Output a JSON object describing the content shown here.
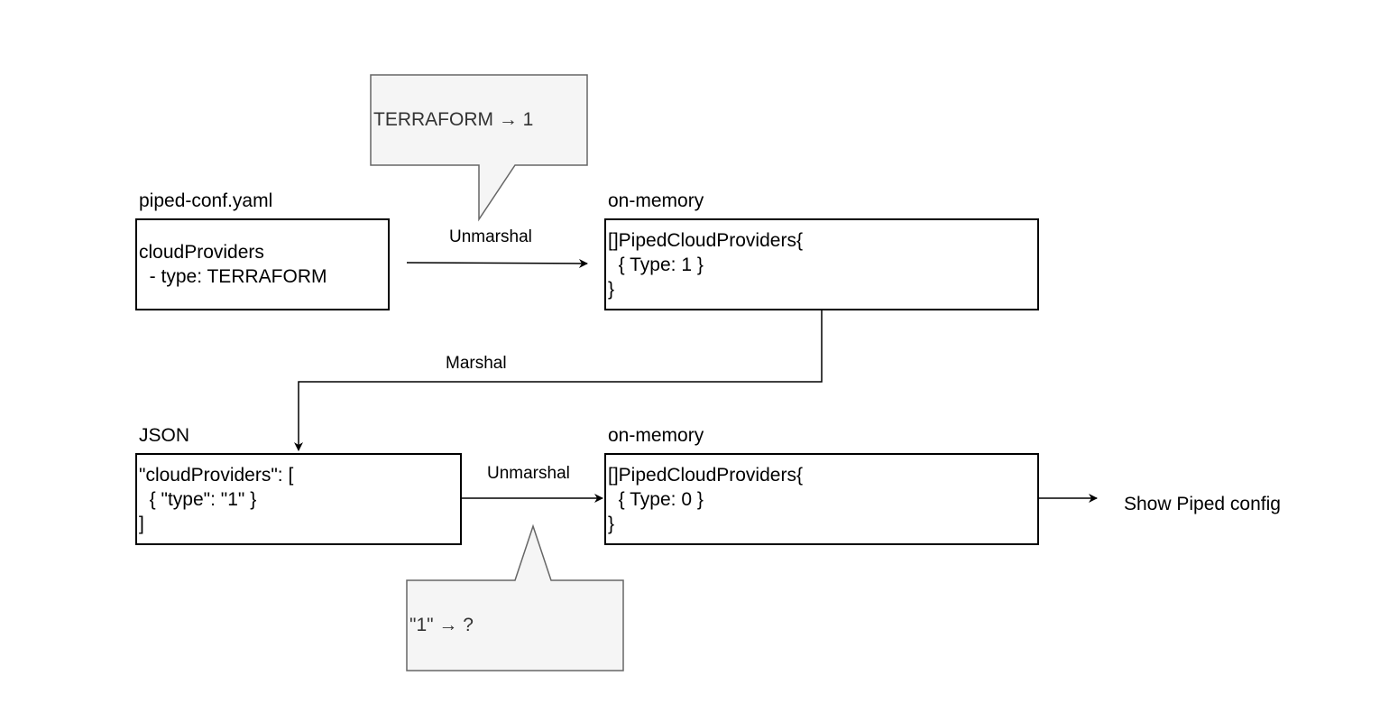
{
  "colors": {
    "stroke": "#000000",
    "callout_fill": "#f5f5f5",
    "callout_stroke": "#666666",
    "callout_text": "#333333"
  },
  "nodes": {
    "yaml": {
      "title": "piped-conf.yaml",
      "lines": [
        "cloudProviders",
        "  - type: TERRAFORM"
      ]
    },
    "memory_top": {
      "title": "on-memory",
      "lines": [
        "[]PipedCloudProviders{",
        "  { Type: 1 }",
        "}"
      ]
    },
    "json": {
      "title": "JSON",
      "lines": [
        "\"cloudProviders\": [",
        "  { \"type\": \"1\" }",
        "]"
      ]
    },
    "memory_bottom": {
      "title": "on-memory",
      "lines": [
        "[]PipedCloudProviders{",
        "  { Type: 0 }",
        "}"
      ]
    },
    "output": {
      "text": "Show Piped config"
    }
  },
  "edges": {
    "unmarshal_top": "Unmarshal",
    "marshal": "Marshal",
    "unmarshal_bottom": "Unmarshal"
  },
  "callouts": {
    "top": "TERRAFORM → 1",
    "bottom": "\"1\" → ?"
  }
}
